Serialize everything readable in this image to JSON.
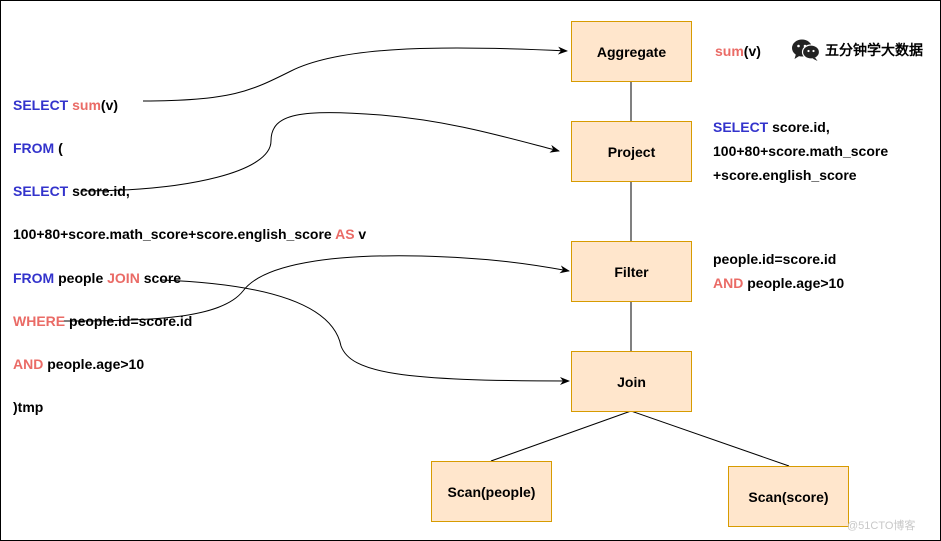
{
  "colors": {
    "keyword_blue": "#3333cc",
    "keyword_red": "#ea6b66",
    "node_fill": "#ffe6cc",
    "node_border": "#d79b00"
  },
  "sql": {
    "line1": {
      "kw": "SELECT",
      "fn": "sum",
      "rest": "(v)"
    },
    "line2": {
      "kw": "FROM",
      "rest": " ("
    },
    "line3": {
      "kw": "SELECT",
      "rest": " score.id,"
    },
    "line4": {
      "rest": "100+80+score.math_score+score.english_score ",
      "kw": "AS",
      "tail": " v"
    },
    "line5": {
      "kw": "FROM",
      "mid": " people ",
      "kw2": "JOIN",
      "rest": " score"
    },
    "line6": {
      "kw": "WHERE",
      "rest": " people.id=score.id"
    },
    "line7": {
      "kw": "AND",
      "rest": " people.age>10"
    },
    "line8": {
      "rest": ")tmp"
    }
  },
  "nodes": {
    "aggregate": "Aggregate",
    "project": "Project",
    "filter": "Filter",
    "join": "Join",
    "scan_people": "Scan(people)",
    "scan_score": "Scan(score)"
  },
  "annotations": {
    "aggregate": {
      "fn": "sum",
      "rest": "(v)"
    },
    "project": {
      "kw": "SELECT",
      "l1": " score.id,",
      "l2": "100+80+score.math_score",
      "l3": "+score.english_score"
    },
    "filter": {
      "l1": "people.id=score.id",
      "kw": "AND",
      "l2": " people.age>10"
    }
  },
  "brand": {
    "icon": "wechat-icon",
    "label": "五分钟学大数据"
  },
  "watermark": "@51CTO博客"
}
